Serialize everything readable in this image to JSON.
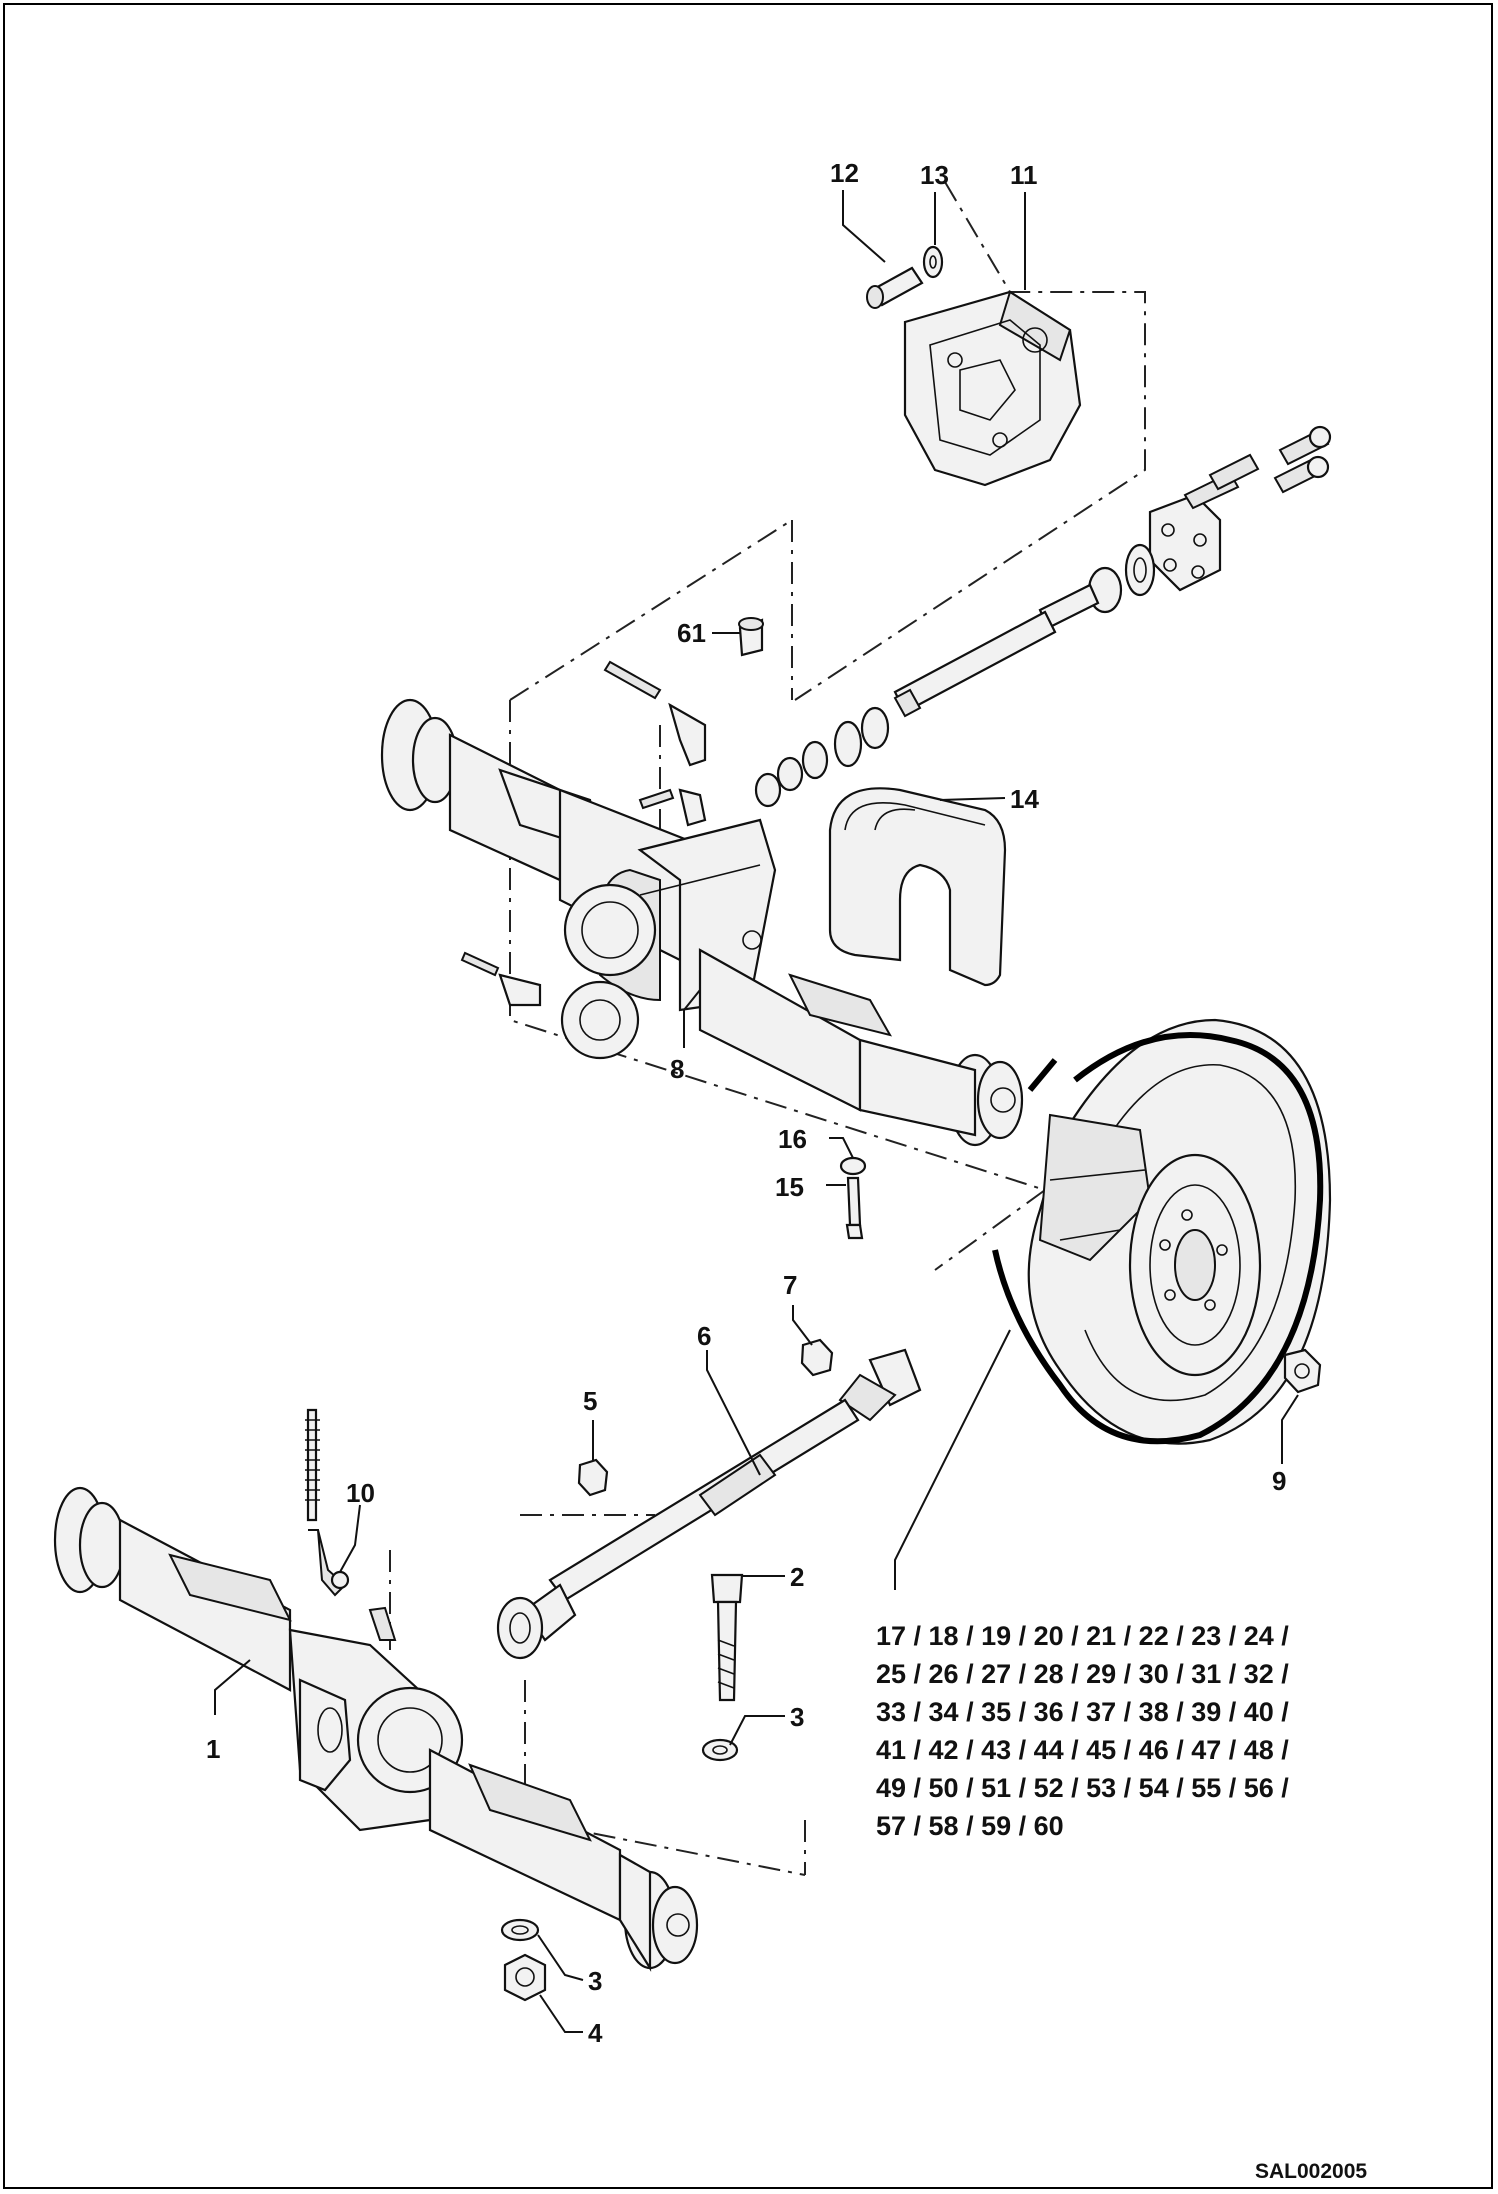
{
  "drawing_code": "SAL002005",
  "callouts": {
    "c12": "12",
    "c13": "13",
    "c11": "11",
    "c61": "61",
    "c14": "14",
    "c8": "8",
    "c16": "16",
    "c15": "15",
    "c7": "7",
    "c6": "6",
    "c5": "5",
    "c10": "10",
    "c2": "2",
    "c3a": "3",
    "c1": "1",
    "c3b": "3",
    "c4": "4",
    "c9": "9"
  },
  "wheel_parts_legend": [
    "17 / 18 / 19 / 20 / 21 / 22 / 23 / 24 /",
    "25 / 26 / 27 / 28 / 29 / 30 / 31 / 32 /",
    "33 / 34 / 35 / 36 / 37 / 38 / 39 / 40 /",
    "41 / 42 / 43 / 44 / 45 / 46 / 47 / 48 /",
    "49 / 50 / 51 / 52 / 53 / 54 / 55 / 56 /",
    "57 / 58 / 59 / 60"
  ]
}
